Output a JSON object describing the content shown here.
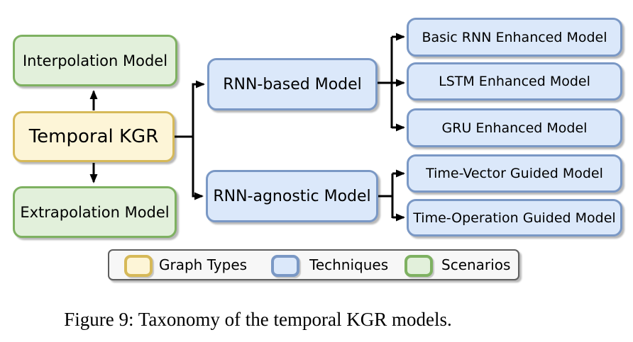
{
  "figure": {
    "caption": "Figure 9: Taxonomy of the temporal KGR models."
  },
  "diagram": {
    "nodes": {
      "root": {
        "label": "Temporal KGR",
        "category": "Graph Types"
      },
      "interpolation": {
        "label": "Interpolation Model",
        "category": "Scenarios"
      },
      "extrapolation": {
        "label": "Extrapolation Model",
        "category": "Scenarios"
      },
      "rnn_based": {
        "label": "RNN-based Model",
        "category": "Techniques"
      },
      "rnn_agnostic": {
        "label": "RNN-agnostic Model",
        "category": "Techniques"
      },
      "basic_rnn": {
        "label": "Basic RNN Enhanced Model",
        "category": "Techniques"
      },
      "lstm": {
        "label": "LSTM Enhanced Model",
        "category": "Techniques"
      },
      "gru": {
        "label": "GRU Enhanced Model",
        "category": "Techniques"
      },
      "time_vector": {
        "label": "Time-Vector Guided Model",
        "category": "Techniques"
      },
      "time_operation": {
        "label": "Time-Operation Guided Model",
        "category": "Techniques"
      }
    },
    "edges": [
      {
        "from": "Temporal KGR",
        "to": "Interpolation Model"
      },
      {
        "from": "Temporal KGR",
        "to": "Extrapolation Model"
      },
      {
        "from": "Temporal KGR",
        "to": "RNN-based Model"
      },
      {
        "from": "Temporal KGR",
        "to": "RNN-agnostic Model"
      },
      {
        "from": "RNN-based Model",
        "to": "Basic RNN Enhanced Model"
      },
      {
        "from": "RNN-based Model",
        "to": "LSTM Enhanced Model"
      },
      {
        "from": "RNN-based Model",
        "to": "GRU Enhanced Model"
      },
      {
        "from": "RNN-agnostic Model",
        "to": "Time-Vector Guided Model"
      },
      {
        "from": "RNN-agnostic Model",
        "to": "Time-Operation Guided Model"
      }
    ]
  },
  "legend": {
    "items": [
      {
        "label": "Graph Types",
        "fill": "#FDF5D7",
        "border": "#D6B958"
      },
      {
        "label": "Techniques",
        "fill": "#DBE8FA",
        "border": "#7A98C5"
      },
      {
        "label": "Scenarios",
        "fill": "#E2F0DB",
        "border": "#7EB161"
      }
    ]
  },
  "colors": {
    "arrow": "#000000",
    "legend_background": "#F7F7F7",
    "legend_border": "#5E5E5E"
  }
}
